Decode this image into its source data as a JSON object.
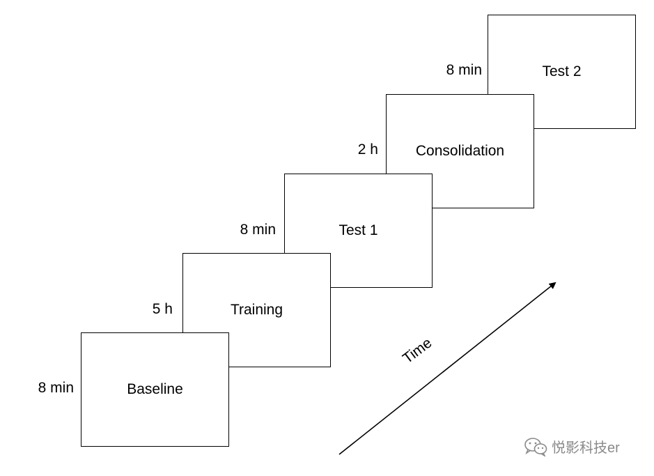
{
  "phases": [
    {
      "label": "Baseline",
      "duration": "8 min"
    },
    {
      "label": "Training",
      "duration": "5 h"
    },
    {
      "label": "Test 1",
      "duration": "8 min"
    },
    {
      "label": "Consolidation",
      "duration": "2 h"
    },
    {
      "label": "Test 2",
      "duration": "8 min"
    }
  ],
  "axis": {
    "label": "Time"
  },
  "watermark": {
    "text": "悦影科技er",
    "icon": "wechat-icon"
  }
}
